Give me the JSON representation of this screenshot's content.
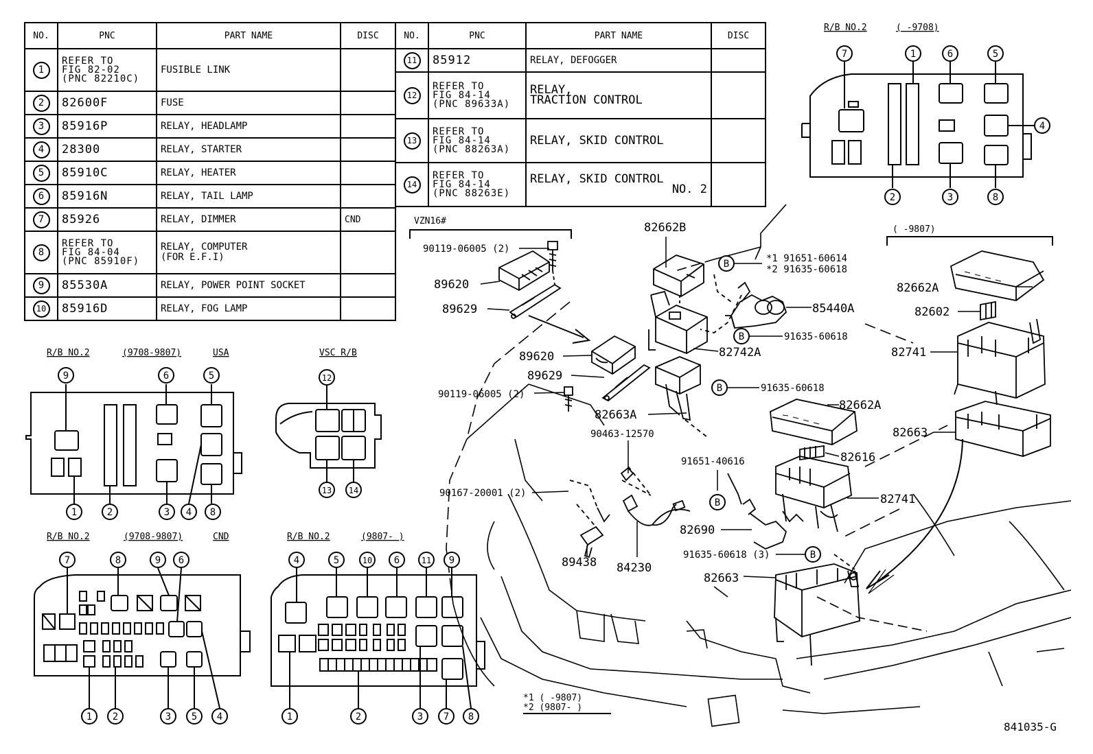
{
  "table_headers": {
    "no": "NO.",
    "pnc": "PNC",
    "part_name": "PART NAME",
    "disc": "DISC"
  },
  "parts_left": [
    {
      "no": "1",
      "pnc": "REFER TO\nFIG 82-02\n(PNC 82210C)",
      "name": "FUSIBLE LINK",
      "disc": ""
    },
    {
      "no": "2",
      "pnc": "82600F",
      "name": "FUSE",
      "disc": ""
    },
    {
      "no": "3",
      "pnc": "85916P",
      "name": "RELAY, HEADLAMP",
      "disc": ""
    },
    {
      "no": "4",
      "pnc": "28300",
      "name": "RELAY, STARTER",
      "disc": ""
    },
    {
      "no": "5",
      "pnc": "85910C",
      "name": "RELAY, HEATER",
      "disc": ""
    },
    {
      "no": "6",
      "pnc": "85916N",
      "name": "RELAY, TAIL LAMP",
      "disc": ""
    },
    {
      "no": "7",
      "pnc": "85926",
      "name": "RELAY, DIMMER",
      "disc": "CND"
    },
    {
      "no": "8",
      "pnc": "REFER TO\nFIG 84-04\n(PNC 85910F)",
      "name": "RELAY, COMPUTER\n      (FOR E.F.I)",
      "disc": ""
    },
    {
      "no": "9",
      "pnc": "85530A",
      "name": "RELAY, POWER POINT SOCKET",
      "disc": ""
    },
    {
      "no": "10",
      "pnc": "85916D",
      "name": "RELAY, FOG LAMP",
      "disc": ""
    }
  ],
  "parts_right": [
    {
      "no": "11",
      "pnc": "85912",
      "name": "RELAY, DEFOGGER",
      "name2": "",
      "disc": ""
    },
    {
      "no": "12",
      "pnc": "REFER TO\nFIG 84-14\n(PNC 89633A)",
      "name": "RELAY,\n      TRACTION CONTROL",
      "name2": "",
      "disc": ""
    },
    {
      "no": "13",
      "pnc": "REFER TO\nFIG 84-14\n(PNC 88263A)",
      "name": "RELAY,  SKID CONTROL",
      "name2": "",
      "disc": ""
    },
    {
      "no": "14",
      "pnc": "REFER TO\nFIG 84-14\n(PNC 88263E)",
      "name": "RELAY,  SKID CONTROL",
      "name2": "NO. 2",
      "disc": ""
    }
  ],
  "box_titles": {
    "rb2_top": "R/B NO.2",
    "rb2_top_range": "(     -9708)",
    "usa_box": "R/B NO.2",
    "usa_range": "(9708-9807)",
    "usa_market": "USA",
    "vsc": "VSC R/B",
    "cnd_box": "R/B NO.2",
    "cnd_range": "(9708-9807)",
    "cnd_market": "CND",
    "late_box": "R/B NO.2",
    "late_range": "(9807-     )",
    "vzn": "VZN16#",
    "range_right": "(      -9807)"
  },
  "callouts": {
    "c82662B": "82662B",
    "c90119a": "90119-06005 (2)",
    "c89620a": "89620",
    "c89629a": "89629",
    "c89620b": "89620",
    "c89629b": "89629",
    "c90119b": "90119-06005 (2)",
    "s1": "*1 91651-60614",
    "s2": "*2 91635-60618",
    "c85440A": "85440A",
    "c91635a": "91635-60618",
    "c82742A": "82742A",
    "c82663A": "82663A",
    "c91635b": "91635-60618",
    "c90463": "90463-12570",
    "c82662A1": "82662A",
    "c82616": "82616",
    "c91651": "91651-40616",
    "c90167": "90167-20001 (2)",
    "c82741b": "82741",
    "c82690": "82690",
    "c89438": "89438",
    "c84230": "84230",
    "c91635c": "91635-60618 (3)",
    "c82663b": "82663",
    "c82662A2": "82662A",
    "c82602": "82602",
    "c82741a": "82741",
    "c82663a": "82663",
    "B": "B"
  },
  "footnote": {
    "line1": "*1 (     -9807)",
    "line2": "*2 (9807-     )"
  },
  "figure_code": "841035-G",
  "diagram_numbers": {
    "rb2_top_top": [
      "7",
      "1",
      "6",
      "5"
    ],
    "rb2_top_side": "4",
    "rb2_top_bottom": [
      "2",
      "3",
      "8"
    ],
    "usa_top": [
      "9",
      "6",
      "5"
    ],
    "usa_bottom": [
      "1",
      "2",
      "3",
      "4",
      "8"
    ],
    "vsc_top": "12",
    "vsc_bottom": [
      "13",
      "14"
    ],
    "cnd_top": [
      "7",
      "8",
      "9",
      "6"
    ],
    "cnd_bottom": [
      "1",
      "2",
      "3",
      "5",
      "4"
    ],
    "late_top": [
      "4",
      "5",
      "10",
      "6",
      "11",
      "9"
    ],
    "late_bottom": [
      "1",
      "2",
      "3",
      "7",
      "8"
    ]
  }
}
